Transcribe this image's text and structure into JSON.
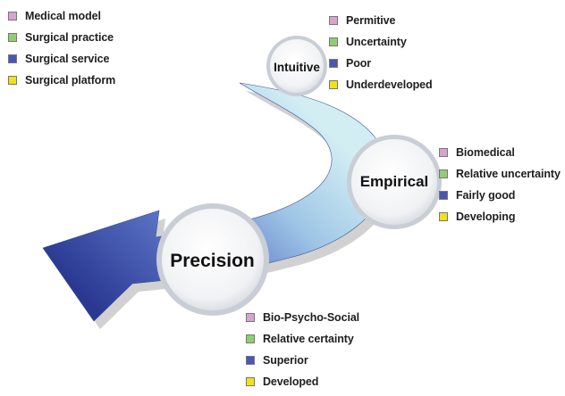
{
  "legend": [
    {
      "label": "Medical model",
      "color": "#d7a3cf"
    },
    {
      "label": "Surgical practice",
      "color": "#8fcf6f"
    },
    {
      "label": "Surgical service",
      "color": "#4a56b4"
    },
    {
      "label": "Surgical platform",
      "color": "#f0e11b"
    }
  ],
  "stages": [
    {
      "name": "Intuitive",
      "attributes": [
        "Permitive",
        "Uncertainty",
        "Poor",
        "Underdeveloped"
      ]
    },
    {
      "name": "Empirical",
      "attributes": [
        "Biomedical",
        "Relative uncertainty",
        "Fairly good",
        "Developing"
      ]
    },
    {
      "name": "Precision",
      "attributes": [
        "Bio-Psycho-Social",
        "Relative certainty",
        "Superior",
        "Developed"
      ]
    }
  ],
  "colors": {
    "arrow_light": "#c4e7ee",
    "arrow_mid": "#6c8ad0",
    "arrow_dark": "#2d3c98",
    "circle_fill": "#f4f4f4",
    "circle_ring": "#bfc4cc"
  }
}
